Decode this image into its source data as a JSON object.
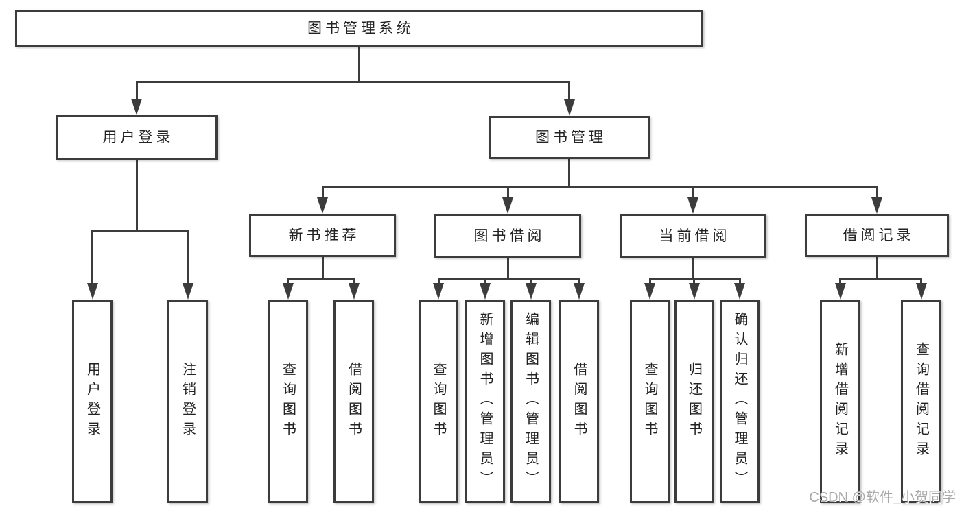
{
  "nodes": {
    "root": "图书管理系统",
    "user_login": "用户登录",
    "book_mgmt": "图书管理",
    "new_books": "新书推荐",
    "book_borrow": "图书借阅",
    "current_borrow": "当前借阅",
    "borrow_records": "借阅记录"
  },
  "leaves": {
    "user_login": [
      "用户登录",
      "注销登录"
    ],
    "new_books": [
      "查询图书",
      "借阅图书"
    ],
    "book_borrow": [
      "查询图书",
      "新增图书（管理员）",
      "编辑图书（管理员）",
      "借阅图书"
    ],
    "current_borrow": [
      "查询图书",
      "归还图书",
      "确认归还（管理员）"
    ],
    "borrow_records": [
      "新增借阅记录",
      "查询借阅记录"
    ]
  },
  "watermark": "CSDN @软件_小贺同学",
  "colors": {
    "line": "#3c3c3c",
    "text": "#222222",
    "watermark": "#a9a9a9"
  }
}
